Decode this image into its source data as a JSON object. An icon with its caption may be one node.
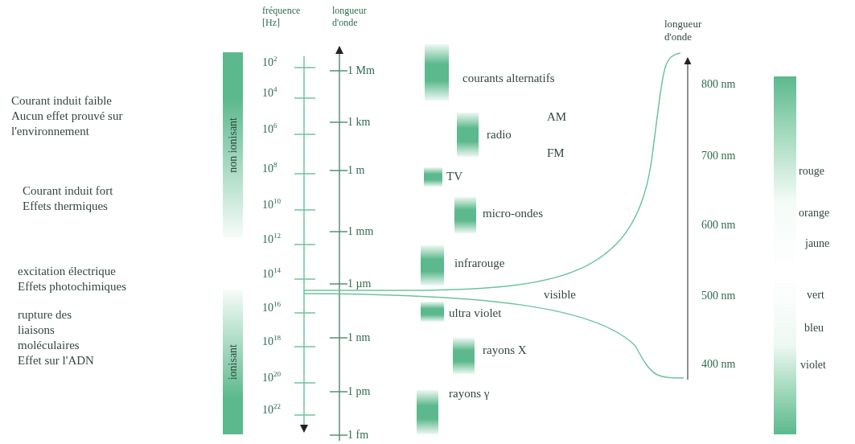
{
  "diagram": {
    "nodes": [
      {
        "text": [
          "non ionisant"
        ]
      },
      {
        "text": [
          "ionisant"
        ]
      },
      {
        "text": [],
        "shape": "bar",
        "beside": [
          "courants alternatifs"
        ]
      },
      {
        "text": [],
        "shape": "bar",
        "beside": [
          "radio"
        ]
      },
      {
        "text": [],
        "shape": "bar",
        "beside": [
          "TV"
        ]
      },
      {
        "text": [],
        "shape": "bar",
        "beside": [
          "micro-ondes"
        ]
      },
      {
        "text": [],
        "shape": "bar",
        "beside": [
          "infrarouge"
        ]
      },
      {
        "text": [],
        "shape": "bar",
        "beside": [
          "ultra violet"
        ]
      },
      {
        "text": [],
        "shape": "bar",
        "beside": [
          "rayons X"
        ]
      },
      {
        "text": [],
        "shape": "bar",
        "beside": [
          "rayons γ"
        ]
      },
      {
        "text": [],
        "shape": "bar"
      }
    ],
    "labels": [
      "fréquence [Hz]",
      "longueur d'onde",
      "longueur d'onde",
      "Courant induit faible",
      "Aucun effet prouvé sur l'environnement",
      "Courant induit fort",
      "Effets thermiques",
      "excitation électrique",
      "Effets photochimiques",
      "rupture des liaisons moléculaires",
      "Effet sur l'ADN",
      "10$^{2}$",
      "10$^{4}$",
      "10$^{6}$",
      "10$^{8}$",
      "10$^{10}$",
      "10$^{12}$",
      "10$^{14}$",
      "10$^{16}$",
      "10$^{18}$",
      "10$^{20}$",
      "10$^{22}$",
      "1 Mm",
      "1 km",
      "1 m",
      "1 mm",
      "1 µm",
      "1 nm",
      "1 pm",
      "1 fm",
      "AM",
      "FM",
      "visible",
      "800 nm",
      "700 nm",
      "600 nm",
      "500 nm",
      "400 nm",
      "rouge",
      "orange",
      "jaune",
      "vert",
      "bleu",
      "violet"
    ]
  }
}
